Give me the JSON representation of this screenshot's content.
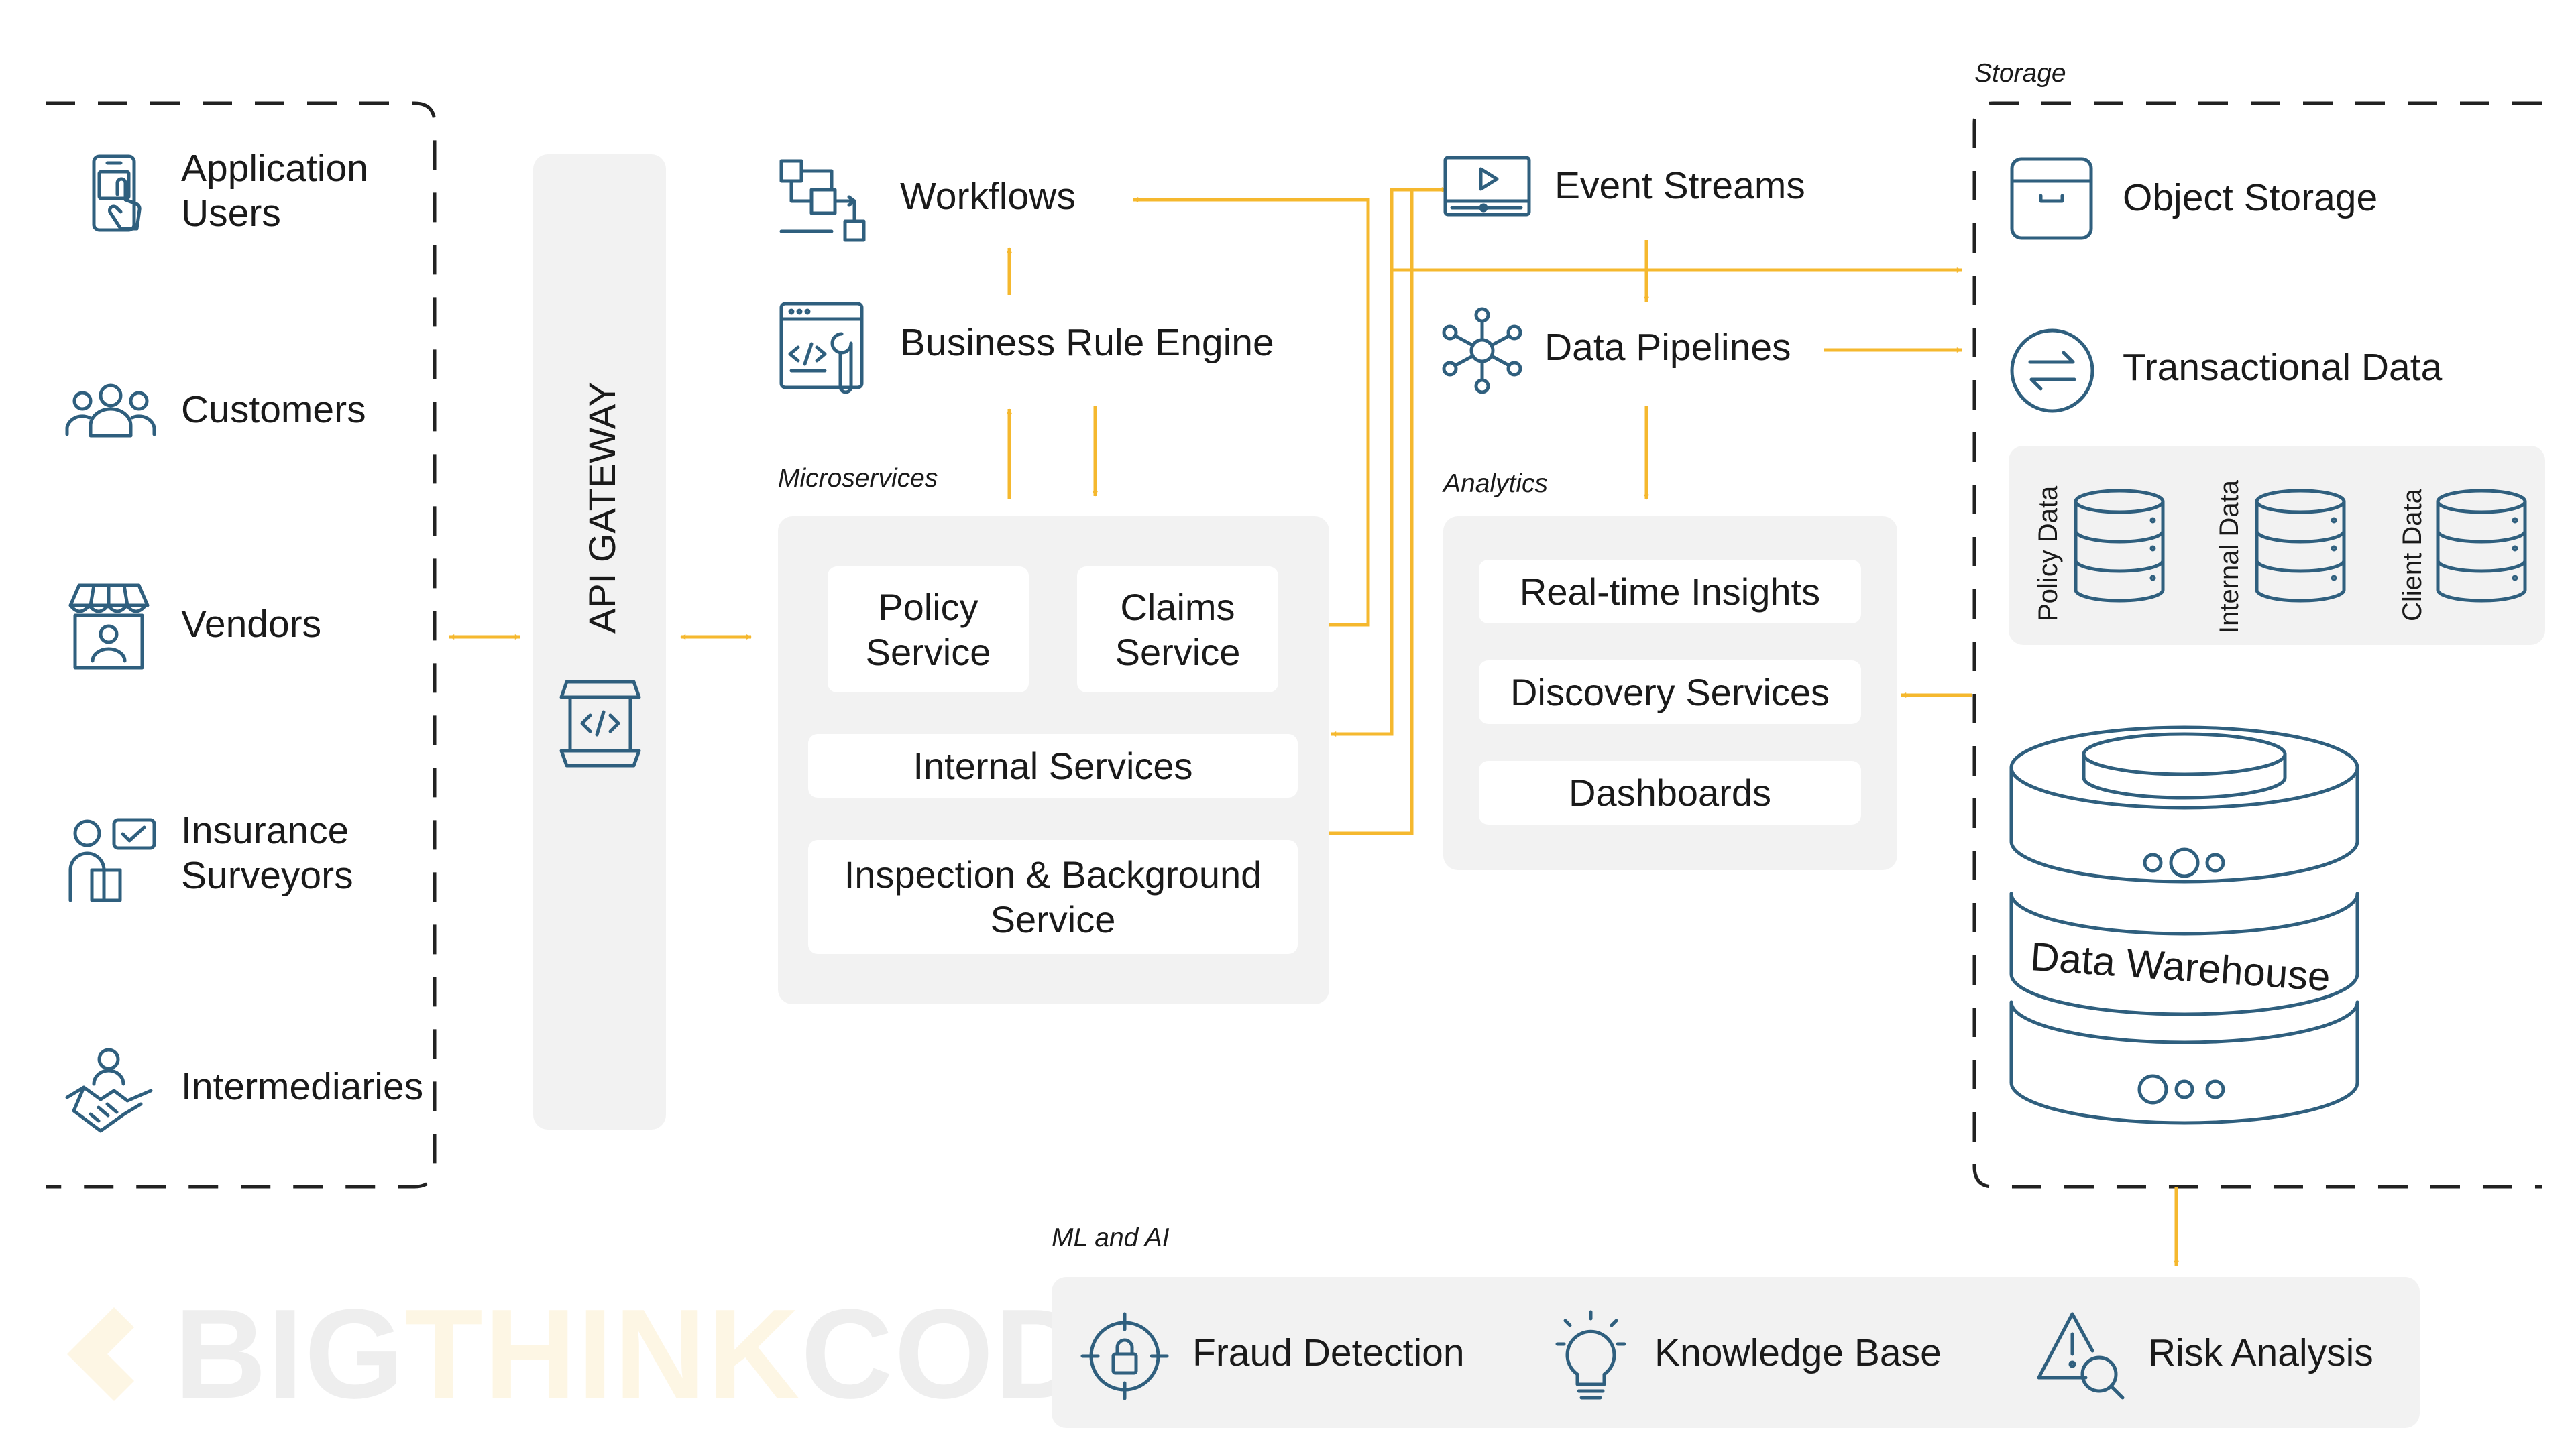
{
  "actors": [
    {
      "label_1": "Application",
      "label_2": "Users",
      "icon": "touch-phone-icon"
    },
    {
      "label": "Customers",
      "icon": "people-group-icon"
    },
    {
      "label": "Vendors",
      "icon": "storefront-icon"
    },
    {
      "label_1": "Insurance",
      "label_2": "Surveyors",
      "icon": "surveyor-icon"
    },
    {
      "label": "Intermediaries",
      "icon": "handshake-icon"
    }
  ],
  "gateway": {
    "label": "API GATEWAY",
    "icon": "api-gateway-icon"
  },
  "microservices": {
    "caption": "Microservices",
    "policy_1": "Policy",
    "policy_2": "Service",
    "claims_1": "Claims",
    "claims_2": "Service",
    "internal": "Internal Services",
    "inspection_1": "Inspection & Background",
    "inspection_2": "Service"
  },
  "workflows": {
    "label": "Workflows",
    "icon": "workflow-icon"
  },
  "rule_engine": {
    "label": "Business Rule Engine",
    "icon": "code-tool-icon"
  },
  "event_streams": {
    "label": "Event Streams",
    "icon": "video-stream-icon"
  },
  "data_pipelines": {
    "label": "Data Pipelines",
    "icon": "network-hub-icon"
  },
  "analytics": {
    "caption": "Analytics",
    "items": [
      "Real-time Insights",
      "Discovery Services",
      "Dashboards"
    ]
  },
  "storage": {
    "caption": "Storage",
    "object_storage": "Object Storage",
    "transactional": "Transactional Data",
    "databases": [
      "Policy Data",
      "Internal Data",
      "Client Data"
    ],
    "warehouse": "Data Warehouse"
  },
  "ml_ai": {
    "caption": "ML and AI",
    "items": [
      {
        "label": "Fraud Detection",
        "icon": "target-lock-icon"
      },
      {
        "label": "Knowledge Base",
        "icon": "lightbulb-icon"
      },
      {
        "label": "Risk Analysis",
        "icon": "warning-magnifier-icon"
      }
    ]
  },
  "watermark": {
    "part1": "BIG",
    "part2": "THINK",
    "part3": "CODE"
  },
  "colors": {
    "accent": "#f5b82e",
    "icon": "#2f5f7e",
    "panel": "#f2f2f2",
    "dash": "#222222"
  }
}
